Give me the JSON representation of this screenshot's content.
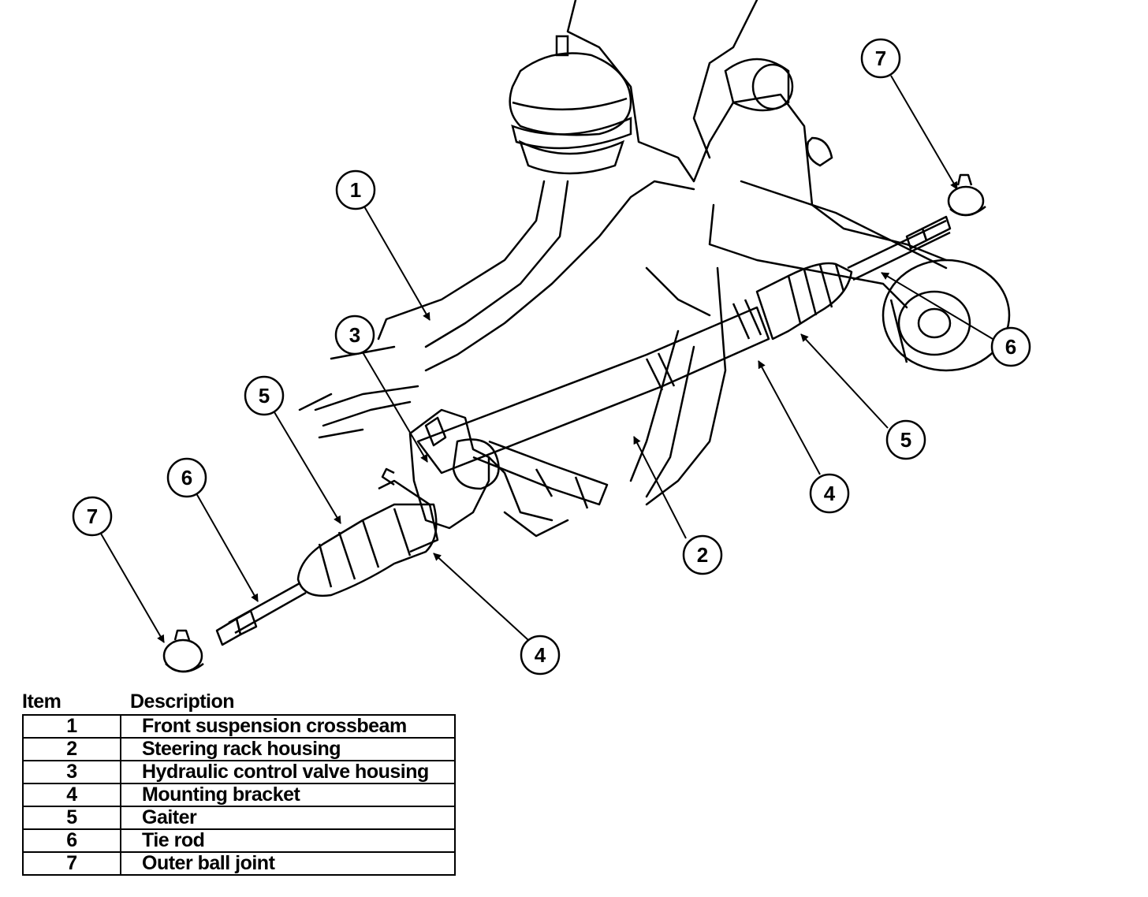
{
  "callouts": [
    "1",
    "2",
    "3",
    "4",
    "4",
    "5",
    "5",
    "6",
    "6",
    "7",
    "7"
  ],
  "legend": {
    "headers": [
      "Item",
      "Description"
    ],
    "rows": [
      {
        "item": "1",
        "description": "Front suspension crossbeam"
      },
      {
        "item": "2",
        "description": "Steering rack housing"
      },
      {
        "item": "3",
        "description": "Hydraulic control valve housing"
      },
      {
        "item": "4",
        "description": "Mounting bracket"
      },
      {
        "item": "5",
        "description": "Gaiter"
      },
      {
        "item": "6",
        "description": "Tie rod"
      },
      {
        "item": "7",
        "description": "Outer ball joint"
      }
    ]
  }
}
